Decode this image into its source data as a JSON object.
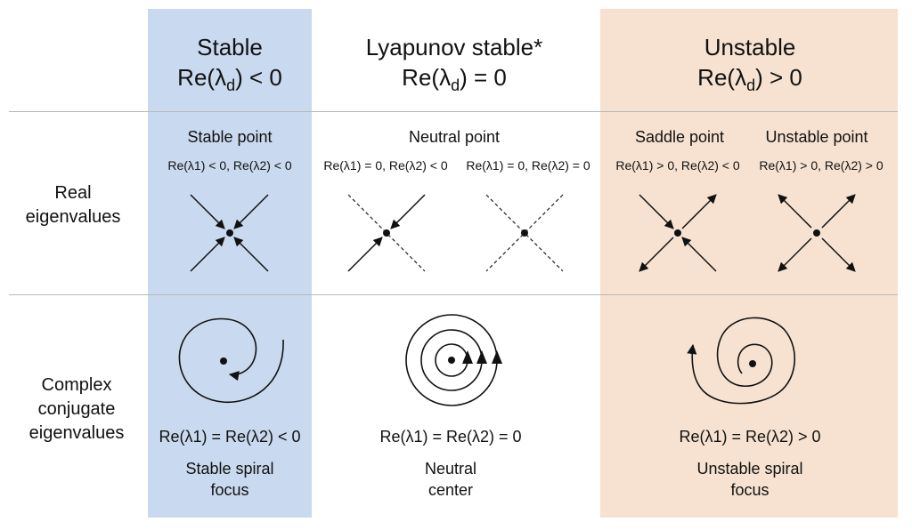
{
  "columns": {
    "stable": {
      "title": "Stable",
      "condition_prefix": "Re(",
      "condition_suffix": ") < 0"
    },
    "lyapunov": {
      "title": "Lyapunov stable*",
      "condition_prefix": "Re(",
      "condition_suffix": ") = 0"
    },
    "unstable": {
      "title": "Unstable",
      "condition_prefix": "Re(",
      "condition_suffix": ") > 0"
    }
  },
  "rows": {
    "real": {
      "line1": "Real",
      "line2": "eigenvalues"
    },
    "complex": {
      "line1": "Complex",
      "line2": "conjugate",
      "line3": "eigenvalues"
    }
  },
  "real_row": {
    "stable_point": {
      "name": "Stable point",
      "cond": "Re(λ1) < 0, Re(λ2) < 0"
    },
    "neutral_point": {
      "name": "Neutral point"
    },
    "neutral_a": {
      "cond": "Re(λ1) = 0, Re(λ2) < 0"
    },
    "neutral_b": {
      "cond": "Re(λ1) = 0, Re(λ2) = 0"
    },
    "saddle_point": {
      "name": "Saddle point",
      "cond": "Re(λ1) > 0, Re(λ2) < 0"
    },
    "unstable_point": {
      "name": "Unstable point",
      "cond": "Re(λ1) > 0, Re(λ2) > 0"
    }
  },
  "complex_row": {
    "stable_spiral": {
      "cond": "Re(λ1) = Re(λ2) < 0",
      "name_line1": "Stable spiral",
      "name_line2": "focus"
    },
    "neutral_center": {
      "cond": "Re(λ1) = Re(λ2) = 0",
      "name_line1": "Neutral",
      "name_line2": "center"
    },
    "unstable_spiral": {
      "cond": "Re(λ1) = Re(λ2) > 0",
      "name_line1": "Unstable spiral",
      "name_line2": "focus"
    }
  },
  "colors": {
    "stable_band": "#c9d9ef",
    "unstable_band": "#f7e2d1",
    "divider": "#b9b9b9",
    "ink": "#111111"
  }
}
